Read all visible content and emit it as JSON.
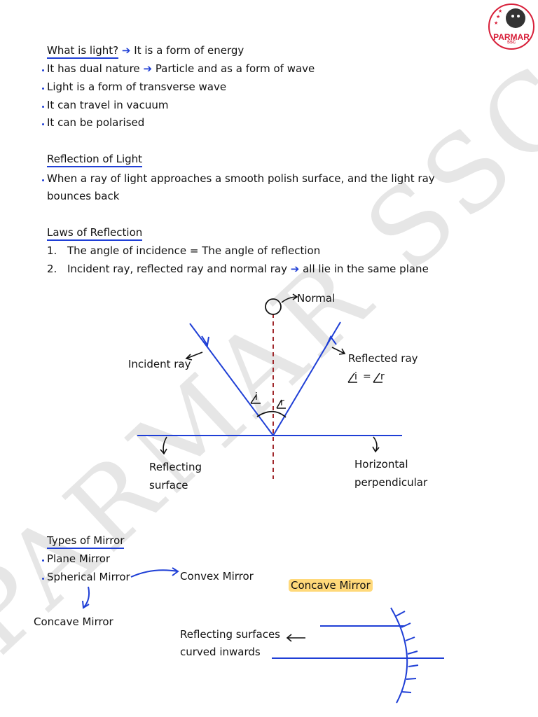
{
  "watermark": "PARMAR SSC",
  "logo": {
    "name": "PARMAR",
    "sub": "SSC"
  },
  "intro": {
    "question": "What is light?",
    "answer": "It is a form of energy",
    "bullets": [
      {
        "text": "It has dual nature",
        "after": "Particle and as a form of wave"
      },
      {
        "text": "Light is a form of transverse wave"
      },
      {
        "text": "It can travel in vacuum"
      },
      {
        "text": "It can be polarised"
      }
    ]
  },
  "reflection": {
    "heading": "Reflection of Light",
    "line1": "When a ray of light approaches a smooth polish surface, and the light ray",
    "line2": "bounces back"
  },
  "laws": {
    "heading": "Laws of Reflection",
    "items": [
      {
        "num": "1.",
        "text": "The angle of incidence = The angle of reflection"
      },
      {
        "num": "2.",
        "text": "Incident ray, reflected ray and normal ray",
        "after": "all lie in the same plane"
      }
    ]
  },
  "diagram": {
    "normal": "Normal",
    "incident_ray": "Incident ray",
    "reflected_ray": "Reflected ray",
    "angle_i": "i",
    "angle_r": "r",
    "equality": {
      "left": "i",
      "eq": "=",
      "right": "r"
    },
    "reflecting_surface_1": "Reflecting",
    "reflecting_surface_2": "surface",
    "horizontal_1": "Horizontal",
    "horizontal_2": "perpendicular",
    "colors": {
      "ray": "#1f3fd6",
      "normal_line": "#a0282c",
      "angle": "#111111"
    }
  },
  "mirrors": {
    "heading": "Types of Mirror",
    "plane": "Plane Mirror",
    "spherical": "Spherical Mirror",
    "convex": "Convex Mirror",
    "concave": "Concave Mirror",
    "concave_title": "Concave Mirror",
    "caption_1": "Reflecting surfaces",
    "caption_2": "curved inwards",
    "colors": {
      "highlight": "#ffd97a",
      "ink": "#1f3fd6"
    }
  }
}
